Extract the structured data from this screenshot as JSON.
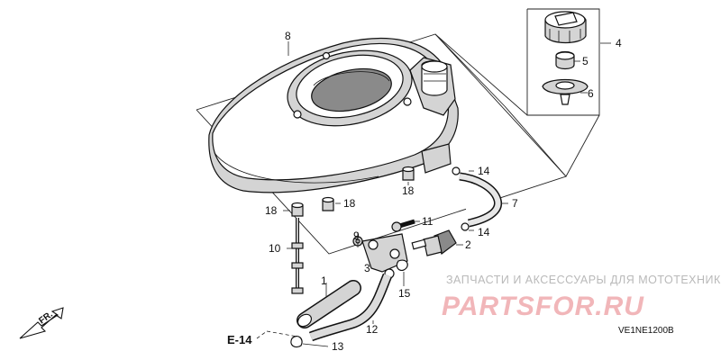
{
  "callouts": {
    "c1": "1",
    "c2": "2",
    "c3": "3",
    "c4": "4",
    "c5": "5",
    "c6": "6",
    "c7": "7",
    "c8": "8",
    "c9": "9",
    "c10": "10",
    "c11": "11",
    "c12": "12",
    "c13": "13",
    "c14a": "14",
    "c14b": "14",
    "c15": "15",
    "c18a": "18",
    "c18b": "18",
    "c18c": "18"
  },
  "reference": "E-14",
  "front_label": "FR.",
  "diagram_code": "VE1NE1200B",
  "watermark": {
    "caption": "ЗАПЧАСТИ И АКСЕССУАРЫ ДЛЯ МОТОТЕХНИКИ",
    "logo": "PARTSFOR.RU",
    "logo_color": "#e9868c"
  }
}
